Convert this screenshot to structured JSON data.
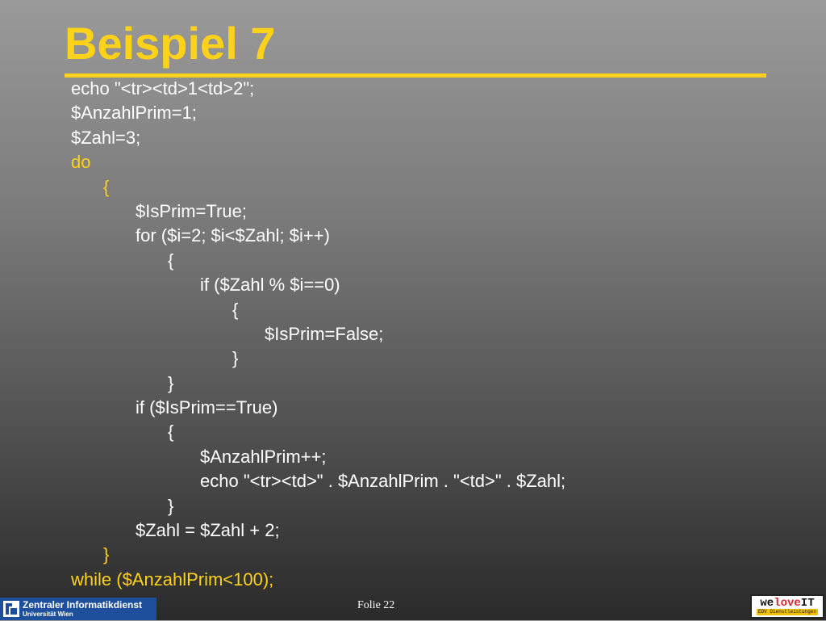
{
  "slide": {
    "title": "Beispiel 7",
    "number_label": "Folie 22"
  },
  "colors": {
    "accent": "#ffd21a",
    "text": "#ffffff",
    "footer_blue": "#1d4f9c",
    "brand_red": "#d9272e"
  },
  "code_lines": [
    {
      "indent": 0,
      "text": "echo \"<tr><td>1<td>2\";",
      "keyword": false
    },
    {
      "indent": 0,
      "text": "$AnzahlPrim=1;",
      "keyword": false
    },
    {
      "indent": 0,
      "text": "$Zahl=3;",
      "keyword": false
    },
    {
      "indent": 0,
      "text": "do",
      "keyword": true
    },
    {
      "indent": 1,
      "text": "{",
      "keyword": true
    },
    {
      "indent": 2,
      "text": "$IsPrim=True;",
      "keyword": false
    },
    {
      "indent": 2,
      "text": "for ($i=2; $i<$Zahl; $i++)",
      "keyword": false
    },
    {
      "indent": 3,
      "text": "{",
      "keyword": false
    },
    {
      "indent": 4,
      "text": "if ($Zahl % $i==0)",
      "keyword": false
    },
    {
      "indent": 5,
      "text": "{",
      "keyword": false
    },
    {
      "indent": 6,
      "text": "$IsPrim=False;",
      "keyword": false
    },
    {
      "indent": 5,
      "text": "}",
      "keyword": false
    },
    {
      "indent": 3,
      "text": "}",
      "keyword": false
    },
    {
      "indent": 2,
      "text": "if ($IsPrim==True)",
      "keyword": false
    },
    {
      "indent": 3,
      "text": "{",
      "keyword": false
    },
    {
      "indent": 4,
      "text": "$AnzahlPrim++;",
      "keyword": false
    },
    {
      "indent": 4,
      "text": "echo \"<tr><td>\" . $AnzahlPrim . \"<td>\" . $Zahl;",
      "keyword": false
    },
    {
      "indent": 3,
      "text": "}",
      "keyword": false
    },
    {
      "indent": 2,
      "text": "$Zahl = $Zahl + 2;",
      "keyword": false
    },
    {
      "indent": 1,
      "text": "}",
      "keyword": true
    },
    {
      "indent": 0,
      "text": "while ($AnzahlPrim<100);",
      "keyword": true
    }
  ],
  "footer": {
    "left_logo": {
      "name": "Zentraler Informatikdienst",
      "subtitle": "Universität Wien",
      "icon": "zid-logo-icon"
    },
    "right_logo": {
      "part1": "we",
      "part2": "love",
      "part3": "IT",
      "subtitle": "EDV Dienstleistungen"
    }
  }
}
